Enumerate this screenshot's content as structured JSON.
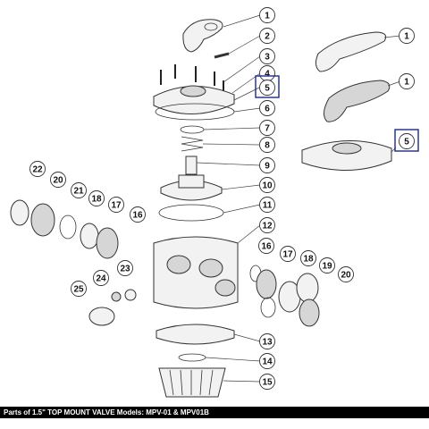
{
  "caption": "Parts of 1.5\" TOP MOUNT VALVE Models: MPV-01 & MPV01B",
  "colors": {
    "callout_box": "#1a2a8a",
    "footer_bg": "#000000",
    "footer_text": "#ffffff"
  },
  "callouts": [
    {
      "key": "c1a",
      "label": "1"
    },
    {
      "key": "c2",
      "label": "2"
    },
    {
      "key": "c3",
      "label": "3"
    },
    {
      "key": "c4",
      "label": "4"
    },
    {
      "key": "c5a",
      "label": "5",
      "boxed": true
    },
    {
      "key": "c6",
      "label": "6"
    },
    {
      "key": "c7",
      "label": "7"
    },
    {
      "key": "c8",
      "label": "8"
    },
    {
      "key": "c9",
      "label": "9"
    },
    {
      "key": "c10",
      "label": "10"
    },
    {
      "key": "c11",
      "label": "11"
    },
    {
      "key": "c12",
      "label": "12"
    },
    {
      "key": "c13",
      "label": "13"
    },
    {
      "key": "c14",
      "label": "14"
    },
    {
      "key": "c15",
      "label": "15"
    },
    {
      "key": "c1b",
      "label": "1"
    },
    {
      "key": "c1c",
      "label": "1"
    },
    {
      "key": "c5b",
      "label": "5",
      "boxed": true
    },
    {
      "key": "c22",
      "label": "22"
    },
    {
      "key": "c20a",
      "label": "20"
    },
    {
      "key": "c21",
      "label": "21"
    },
    {
      "key": "c18a",
      "label": "18"
    },
    {
      "key": "c17a",
      "label": "17"
    },
    {
      "key": "c16a",
      "label": "16"
    },
    {
      "key": "c23",
      "label": "23"
    },
    {
      "key": "c24",
      "label": "24"
    },
    {
      "key": "c25",
      "label": "25"
    },
    {
      "key": "c16b",
      "label": "16"
    },
    {
      "key": "c17b",
      "label": "17"
    },
    {
      "key": "c18b",
      "label": "18"
    },
    {
      "key": "c19",
      "label": "19"
    },
    {
      "key": "c20b",
      "label": "20"
    }
  ]
}
